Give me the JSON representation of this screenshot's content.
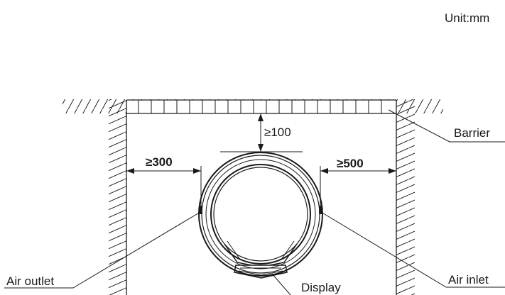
{
  "unit_label": "Unit:mm",
  "labels": {
    "barrier": "Barrier",
    "air_outlet": "Air outlet",
    "air_inlet": "Air inlet",
    "display": "Display"
  },
  "clearances": {
    "top": "≥100",
    "left": "≥300",
    "right": "≥500"
  }
}
